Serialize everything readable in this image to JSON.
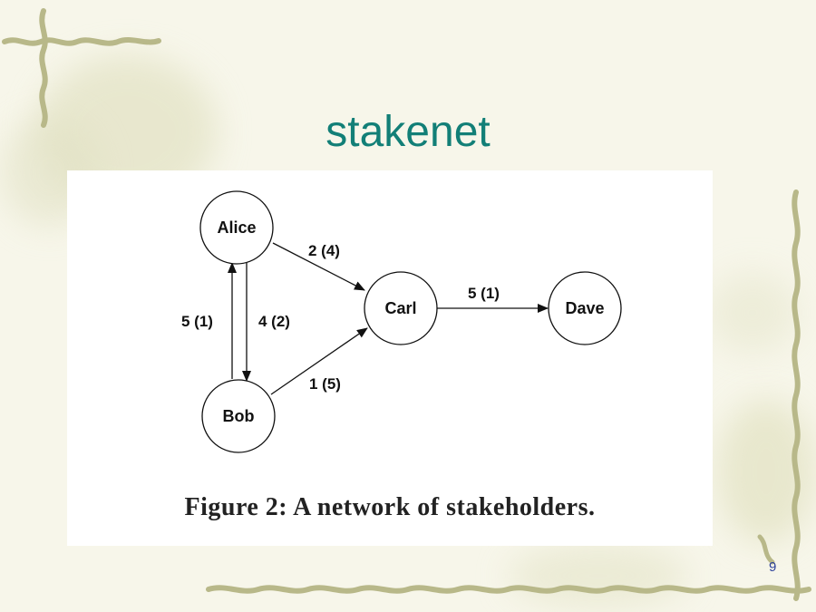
{
  "slide": {
    "title": "stakenet",
    "page_number": "9"
  },
  "figure": {
    "caption": "Figure 2:  A network of stakeholders.",
    "nodes": [
      {
        "id": "alice",
        "label": "Alice"
      },
      {
        "id": "bob",
        "label": "Bob"
      },
      {
        "id": "carl",
        "label": "Carl"
      },
      {
        "id": "dave",
        "label": "Dave"
      }
    ],
    "edges": [
      {
        "from": "alice",
        "to": "carl",
        "label": "2 (4)"
      },
      {
        "from": "alice",
        "to": "bob",
        "label": "4 (2)"
      },
      {
        "from": "bob",
        "to": "alice",
        "label": "5 (1)"
      },
      {
        "from": "bob",
        "to": "carl",
        "label": "1 (5)"
      },
      {
        "from": "carl",
        "to": "dave",
        "label": "5 (1)"
      }
    ]
  },
  "colors": {
    "title": "#127f77",
    "page_number": "#2a3f9a",
    "background": "#f7f6ea",
    "vine": "#b8b889"
  }
}
